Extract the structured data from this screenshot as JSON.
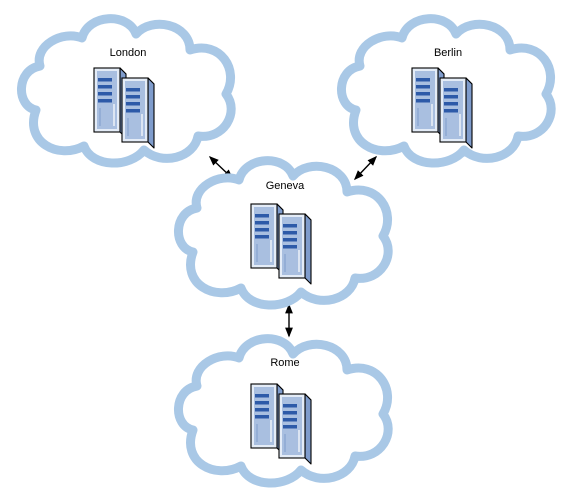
{
  "colors": {
    "cloud_outline": "#a9c8e6",
    "server_face": "#a9bfe0",
    "server_front": "#e4ecf7",
    "server_outline": "#000000",
    "drive_bay": "#2d5aa8",
    "arrow": "#000000"
  },
  "nodes": [
    {
      "id": "london",
      "label": "London",
      "icon": "server-pair-icon"
    },
    {
      "id": "berlin",
      "label": "Berlin",
      "icon": "server-pair-icon"
    },
    {
      "id": "geneva",
      "label": "Geneva",
      "icon": "server-pair-icon"
    },
    {
      "id": "rome",
      "label": "Rome",
      "icon": "server-pair-icon"
    }
  ],
  "links": [
    {
      "from": "london",
      "to": "geneva",
      "style": "double-arrow"
    },
    {
      "from": "berlin",
      "to": "geneva",
      "style": "double-arrow"
    },
    {
      "from": "geneva",
      "to": "rome",
      "style": "double-arrow"
    }
  ]
}
